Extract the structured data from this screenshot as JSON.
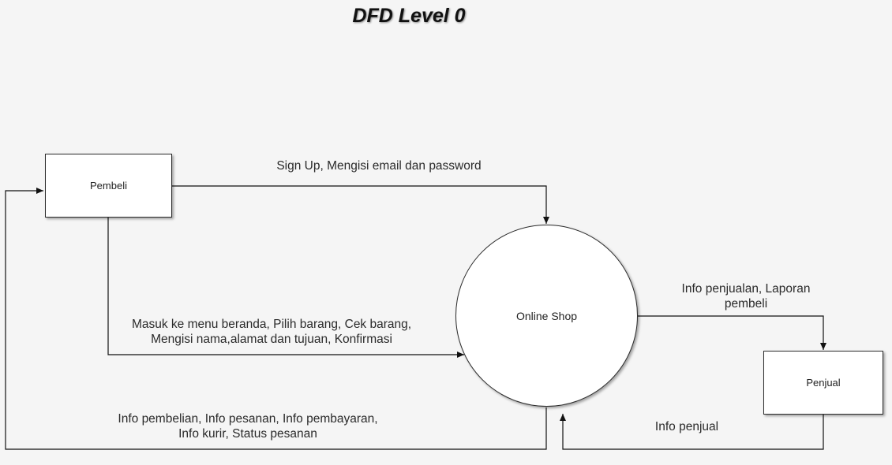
{
  "title": "DFD Level 0",
  "nodes": {
    "pembeli": "Pembeli",
    "online_shop": "Online Shop",
    "penjual": "Penjual"
  },
  "flows": {
    "signup": "Sign Up, Mengisi email dan password",
    "masuk": [
      "Masuk ke menu beranda, Pilih barang, Cek barang,",
      "Mengisi nama,alamat dan tujuan, Konfirmasi"
    ],
    "info_pembelian": [
      "Info pembelian, Info pesanan, Info pembayaran,",
      "Info kurir, Status pesanan"
    ],
    "info_penjualan": [
      "Info penjualan, Laporan",
      "pembeli"
    ],
    "info_penjual": "Info penjual"
  }
}
